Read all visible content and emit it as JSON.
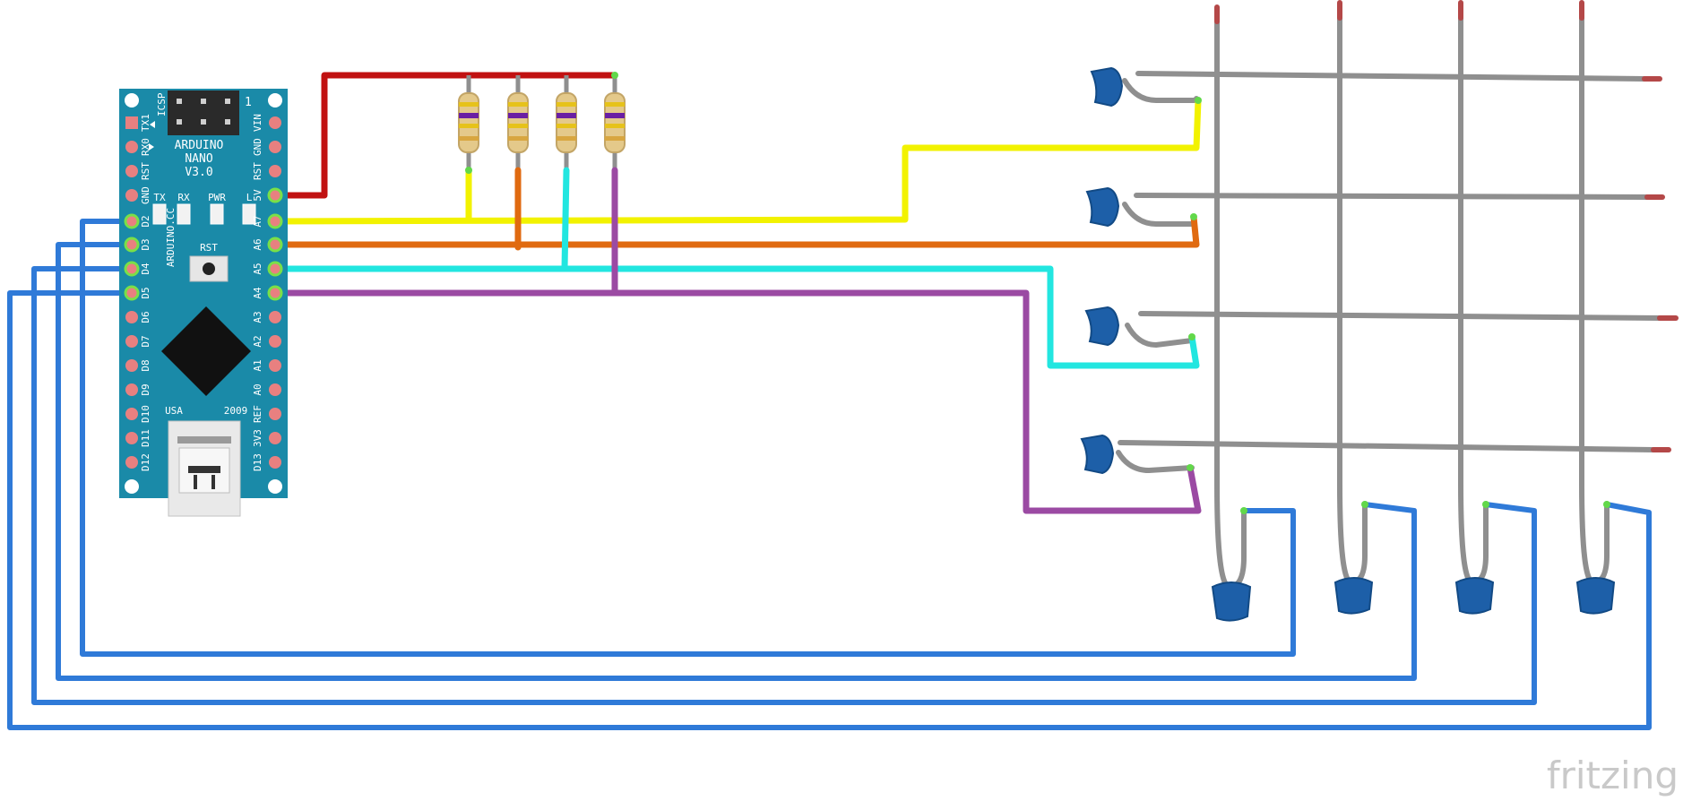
{
  "board": {
    "name_line1": "ARDUINO",
    "name_line2": "NANO",
    "name_line3": "V3.0",
    "icsp": "ICSP",
    "pin1_mark": "1",
    "website": "ARDUINO.CC",
    "rst": "RST",
    "usa": "USA",
    "year": "2009",
    "leds": [
      "TX",
      "RX",
      "PWR",
      "L"
    ],
    "left_pins": [
      "TX1",
      "RX0",
      "RST",
      "GND",
      "D2",
      "D3",
      "D4",
      "D5",
      "D6",
      "D7",
      "D8",
      "D9",
      "D10",
      "D11",
      "D12"
    ],
    "right_pins": [
      "VIN",
      "GND",
      "RST",
      "5V",
      "A7",
      "A6",
      "A5",
      "A4",
      "A3",
      "A2",
      "A1",
      "A0",
      "REF",
      "3V3",
      "D13"
    ],
    "color": "#1a8aa8"
  },
  "brand": {
    "name": "fritzing"
  },
  "colors": {
    "red_wire": "#c11111",
    "yellow_wire": "#f2f200",
    "orange_wire": "#e06a10",
    "cyan_wire": "#22e6e0",
    "purple_wire": "#9b4aa3",
    "blue_wire": "#2f7ad8",
    "grid_wire": "#8f8f8f",
    "capacitor": "#1d5fa8"
  },
  "resistor_count": 4,
  "row_capacitor_count": 4,
  "column_capacitor_count": 4
}
